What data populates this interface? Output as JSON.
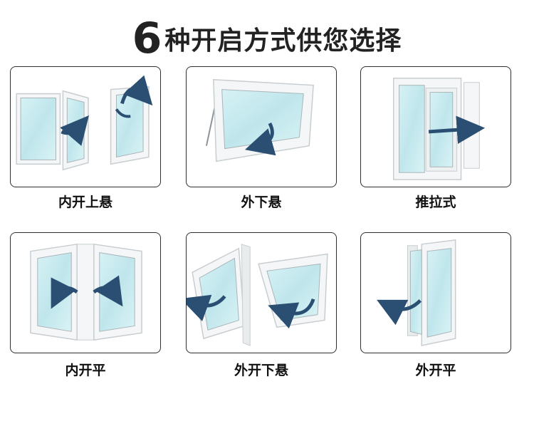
{
  "title": {
    "number": "6",
    "text": "种开启方式供您选择"
  },
  "options": [
    {
      "label": "内开上悬",
      "icon": "inward-tilt-window-icon"
    },
    {
      "label": "外下悬",
      "icon": "outward-awning-window-icon"
    },
    {
      "label": "推拉式",
      "icon": "sliding-window-icon"
    },
    {
      "label": "内开平",
      "icon": "inward-casement-window-icon"
    },
    {
      "label": "外开下悬",
      "icon": "outward-hopper-window-icon"
    },
    {
      "label": "外开平",
      "icon": "outward-casement-window-icon"
    }
  ],
  "colors": {
    "frame": "#f4f6f7",
    "glass": "#c9ebef",
    "arrow": "#2a4f73",
    "border": "#2e2e2e"
  }
}
